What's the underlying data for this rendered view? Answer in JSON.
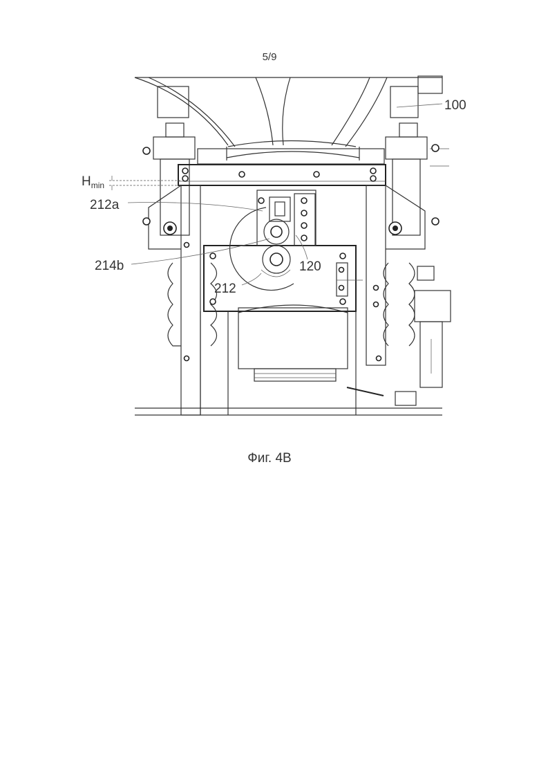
{
  "page": {
    "sheet_number": "5/9",
    "caption": "Фиг. 4B"
  },
  "figure": {
    "labels": {
      "ref_100": "100",
      "ref_hmin_main": "H",
      "ref_hmin_sub": "min",
      "ref_212a": "212a",
      "ref_214b": "214b",
      "ref_120": "120",
      "ref_212": "212"
    }
  }
}
